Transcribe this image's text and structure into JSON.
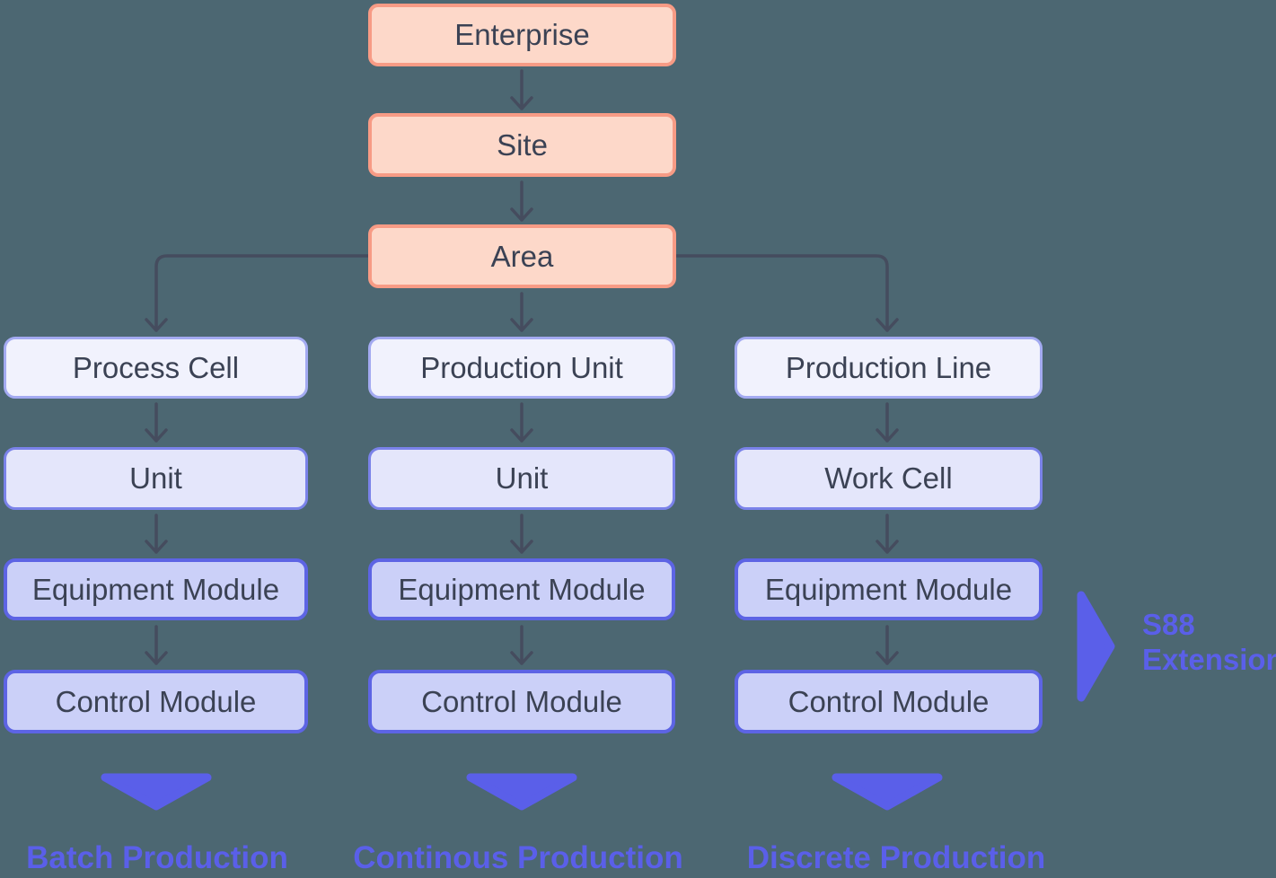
{
  "canvas": {
    "background": "#4C6772"
  },
  "palette": {
    "accent_purple": "#5A5FE9",
    "connector": "#454C5E",
    "orange_fill": "#FDD8C9",
    "orange_border": "#F79B85",
    "level1_fill": "#F1F2FD",
    "level1_border": "#A3AAF1",
    "level2_fill": "#E4E6FB",
    "level2_border": "#7A82E9",
    "level3_fill": "#CBD0F8",
    "level3_border": "#5D64E4",
    "box_text": "#3B4254"
  },
  "hierarchy": {
    "enterprise": "Enterprise",
    "site": "Site",
    "area": "Area"
  },
  "columns": [
    {
      "level1": "Process Cell",
      "level2": "Unit",
      "level3": "Equipment Module",
      "level4": "Control Module",
      "production_type": "Batch Production"
    },
    {
      "level1": "Production Unit",
      "level2": "Unit",
      "level3": "Equipment Module",
      "level4": "Control Module",
      "production_type": "Continous Production"
    },
    {
      "level1": "Production Line",
      "level2": "Work Cell",
      "level3": "Equipment Module",
      "level4": "Control Module",
      "production_type": "Discrete Production"
    }
  ],
  "annotation": {
    "line1": "S88",
    "line2": "Extension"
  }
}
